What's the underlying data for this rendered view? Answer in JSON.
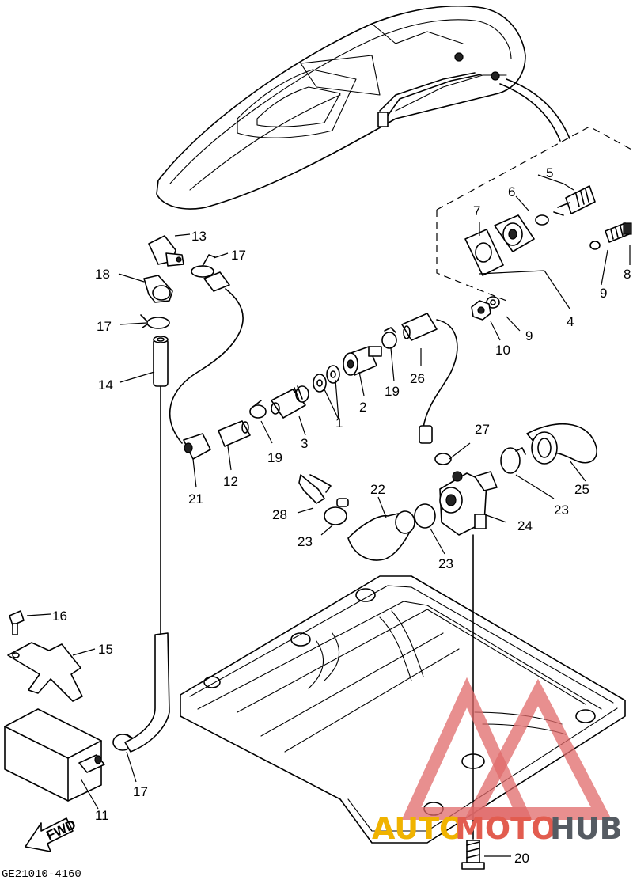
{
  "diagram": {
    "drawing_code": "GE21010-4160",
    "direction_label": "FWD",
    "callouts": [
      "1",
      "2",
      "3",
      "4",
      "5",
      "6",
      "7",
      "8",
      "9",
      "9",
      "10",
      "11",
      "12",
      "13",
      "14",
      "15",
      "16",
      "17",
      "17",
      "17",
      "18",
      "19",
      "19",
      "20",
      "21",
      "22",
      "23",
      "23",
      "23",
      "24",
      "25",
      "26",
      "27",
      "28"
    ],
    "parts": [
      {
        "no": "1"
      },
      {
        "no": "2"
      },
      {
        "no": "3"
      },
      {
        "no": "4"
      },
      {
        "no": "5"
      },
      {
        "no": "6"
      },
      {
        "no": "7"
      },
      {
        "no": "8"
      },
      {
        "no": "9"
      },
      {
        "no": "10"
      },
      {
        "no": "11"
      },
      {
        "no": "12"
      },
      {
        "no": "13"
      },
      {
        "no": "14"
      },
      {
        "no": "15"
      },
      {
        "no": "16"
      },
      {
        "no": "17"
      },
      {
        "no": "18"
      },
      {
        "no": "19"
      },
      {
        "no": "20"
      },
      {
        "no": "21"
      },
      {
        "no": "22"
      },
      {
        "no": "23"
      },
      {
        "no": "24"
      },
      {
        "no": "25"
      },
      {
        "no": "26"
      },
      {
        "no": "27"
      },
      {
        "no": "28"
      }
    ]
  },
  "watermark": {
    "part1": "AUTO",
    "part2": "MOTO",
    "part3": "HUB",
    "colors": {
      "auto": "#f0b300",
      "moto": "#e25c4f",
      "hub": "#555b62",
      "triangle": "#e06a6a"
    }
  }
}
